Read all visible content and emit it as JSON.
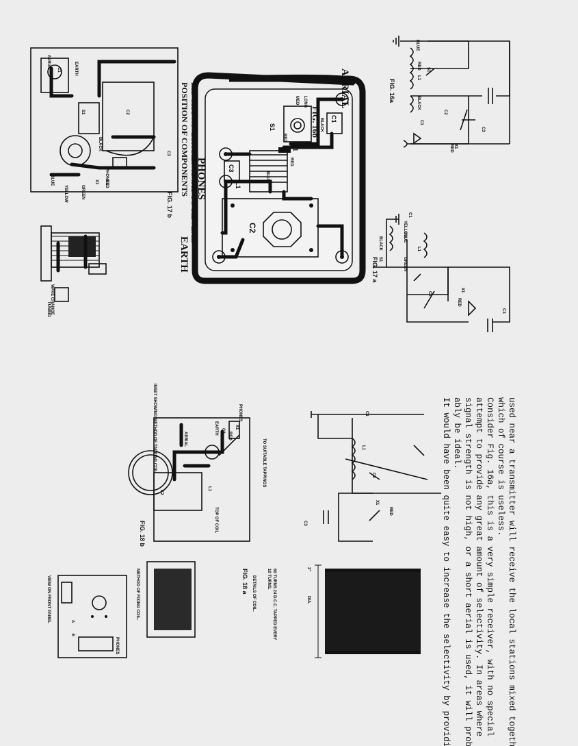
{
  "body_text": {
    "lines": [
      "used near a transmitter will receive the local stations mixed together,",
      "which of course is useless.",
      "Consider Fig. 16a, this is a very simple receiver, with no special",
      "attempt to provide any great amount of selectivity.  In areas where",
      "signal strength is not high, or a short aerial is used, it will prob-",
      "ably be ideal.",
      "It would have been quite easy to increase the selectivity by providing"
    ]
  },
  "fig16a": {
    "caption": "FIG. 16a",
    "labels": [
      "BLUE",
      "RED",
      "L1",
      "BLACK",
      "C1",
      "S1",
      "C2",
      "X1",
      "RED",
      "C3"
    ]
  },
  "fig16b": {
    "caption": "FIG. 16b",
    "aerial": "AERIAL",
    "earth": "EARTH",
    "phones": "PHONES",
    "lid_note_1": "LID SHOWN BROKEN AWAY TO REVEAL",
    "lid_note_2": "POSITION OF COMPONENTS",
    "labels": [
      "C1",
      "BLACK",
      "MED",
      "LONG",
      "S1",
      "X1",
      "RED",
      "RED",
      "BLUE",
      "L1",
      "C3",
      "C2"
    ]
  },
  "fig17a": {
    "caption": "FIG. 17 a",
    "labels": [
      "C1",
      "YELLOW",
      "BLUE",
      "L1",
      "GREEN",
      "BLACK",
      "S1",
      "C2",
      "X1",
      "RED",
      "C3"
    ]
  },
  "fig17b": {
    "caption": "FIG. 17 b",
    "labels": [
      "AERIAL",
      "EARTH",
      "C1",
      "C2",
      "S1",
      "BLACK",
      "BLUE",
      "YELLOW",
      "GREEN",
      "PHONES",
      "X1",
      "RED",
      "C3"
    ],
    "side_labels": [
      "WAVE CHANGE",
      "TUNING"
    ]
  },
  "fig18": {
    "inset_caption": "INSET SHOWING METHOD OF TAPPING COIL.",
    "caption_b": "FIG. 18 b",
    "caption_a": "FIG. 18 a",
    "labels": [
      "EARTH",
      "AERIAL",
      "PHONES",
      "X1",
      "RED",
      "C3",
      "C2",
      "L1",
      "TOP OF COIL",
      "TO SUITABLE TAPPINGS"
    ],
    "schematic_labels": [
      "C1",
      "L1",
      "C2",
      "X1",
      "RED",
      "C3"
    ],
    "coil_note_1": "60 TURNS 24 D.C.C. TAPPED EVERY",
    "coil_note_2": "10 TURNS.",
    "coil_details": "DETAILS OF COIL.",
    "dim_small": "2\"",
    "dim_dia": "DIA.",
    "fixing": "METHOD OF FIXING COIL.",
    "front_panel": "VIEW ON FRONT PANEL",
    "panel_labels": [
      "PHONES",
      "A",
      "E"
    ]
  }
}
